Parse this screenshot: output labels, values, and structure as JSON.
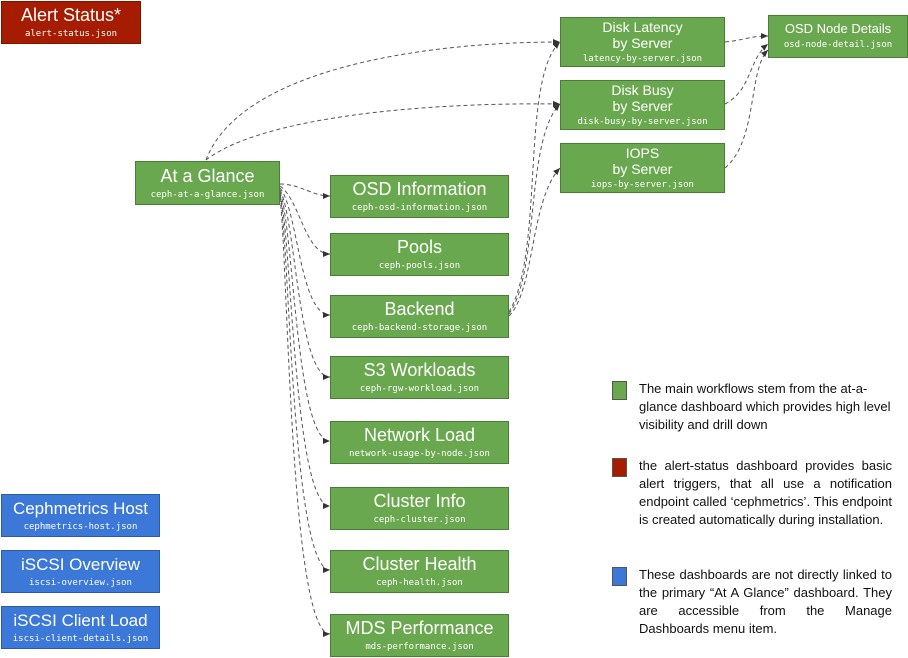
{
  "colors": {
    "main": "#6aa84f",
    "alert": "#a61c00",
    "standalone": "#3c78d8",
    "edge": "#555555"
  },
  "nodes": {
    "alert_status": {
      "title": "Alert Status*",
      "file": "alert-status.json"
    },
    "at_a_glance": {
      "title": "At a Glance",
      "file": "ceph-at-a-glance.json"
    },
    "osd_information": {
      "title": "OSD Information",
      "file": "ceph-osd-information.json"
    },
    "pools": {
      "title": "Pools",
      "file": "ceph-pools.json"
    },
    "backend": {
      "title": "Backend",
      "file": "ceph-backend-storage.json"
    },
    "s3_workloads": {
      "title": "S3 Workloads",
      "file": "ceph-rgw-workload.json"
    },
    "network_load": {
      "title": "Network Load",
      "file": "network-usage-by-node.json"
    },
    "cluster_info": {
      "title": "Cluster Info",
      "file": "ceph-cluster.json"
    },
    "cluster_health": {
      "title": "Cluster Health",
      "file": "ceph-health.json"
    },
    "mds_performance": {
      "title": "MDS Performance",
      "file": "mds-performance.json"
    },
    "disk_latency": {
      "title_line1": "Disk Latency",
      "title_line2": "by Server",
      "file": "latency-by-server.json"
    },
    "disk_busy": {
      "title_line1": "Disk Busy",
      "title_line2": "by Server",
      "file": "disk-busy-by-server.json"
    },
    "iops": {
      "title_line1": "IOPS",
      "title_line2": "by Server",
      "file": "iops-by-server.json"
    },
    "osd_node_details": {
      "title": "OSD Node Details",
      "file": "osd-node-detail.json"
    },
    "cephmetrics_host": {
      "title": "Cephmetrics Host",
      "file": "cephmetrics-host.json"
    },
    "iscsi_overview": {
      "title": "iSCSI Overview",
      "file": "iscsi-overview.json"
    },
    "iscsi_client_load": {
      "title": "iSCSI Client Load",
      "file": "iscsi-client-details.json"
    }
  },
  "legend": {
    "main": {
      "text": "The main workflows stem from the at-a-glance dashboard which provides high level visibility and drill down"
    },
    "alert": {
      "text": "the alert-status dashboard provides basic alert triggers, that all use a notification endpoint called ‘cephmetrics’. This endpoint is created automatically during installation."
    },
    "standalone": {
      "text": "These dashboards are not directly linked to the primary “At A Glance” dashboard. They are accessible from the Manage Dashboards menu item."
    }
  }
}
